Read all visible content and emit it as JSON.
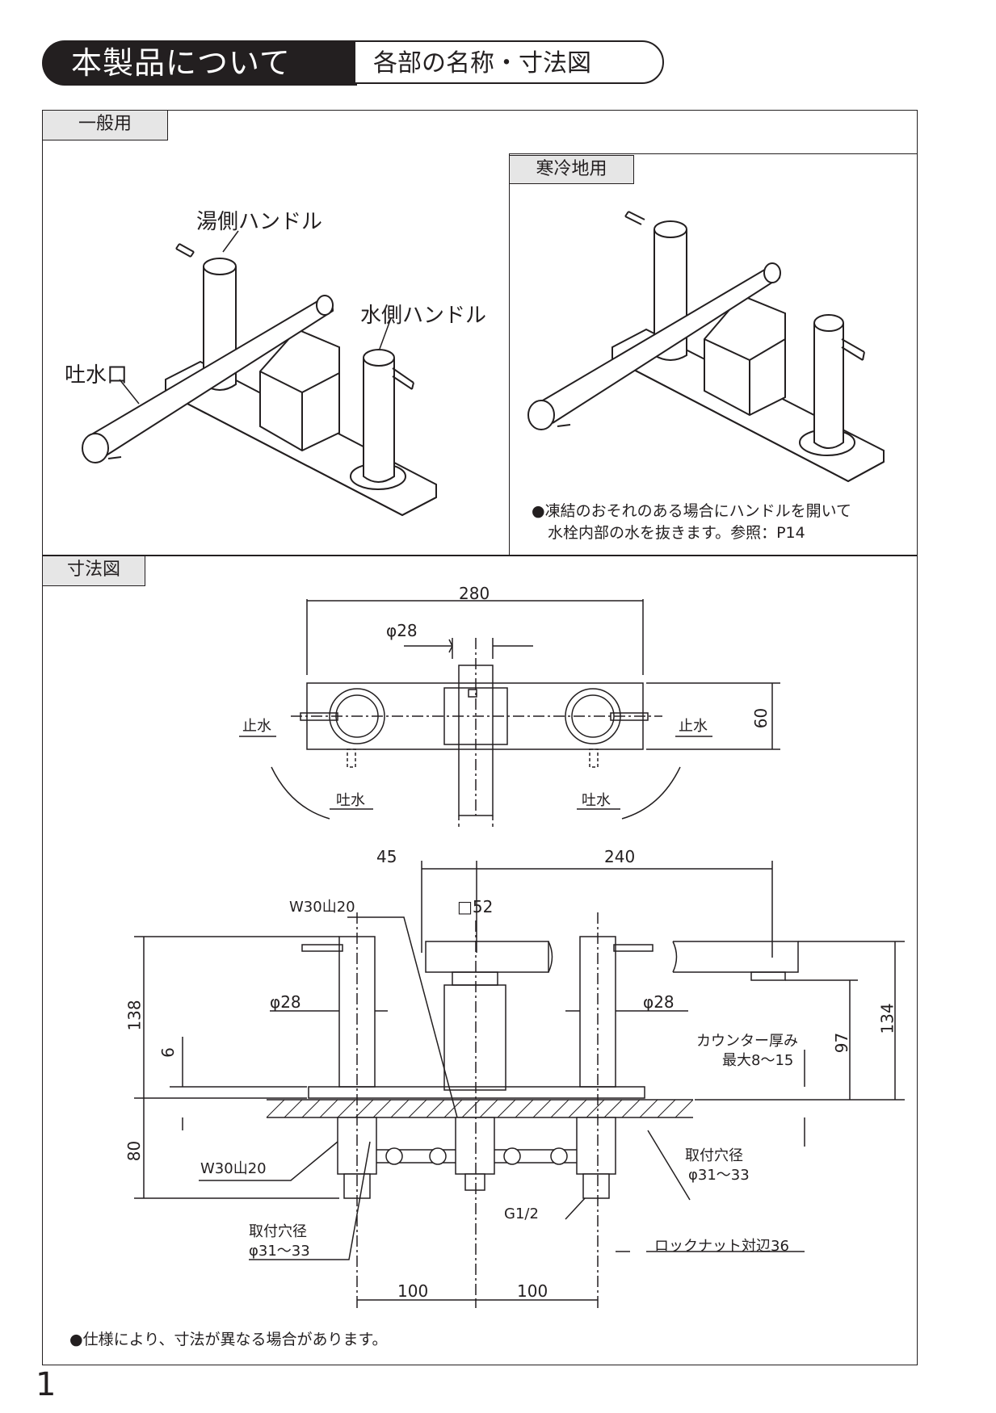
{
  "header": {
    "title": "本製品について",
    "subtitle": "各部の名称・寸法図"
  },
  "general": {
    "tag": "一般用",
    "labels": {
      "hot_handle": "湯側ハンドル",
      "cold_handle": "水側ハンドル",
      "spout": "吐水口"
    }
  },
  "cold_region": {
    "tag": "寒冷地用",
    "note_line1": "●凍結のおそれのある場合にハンドルを開いて",
    "note_line2": "水栓内部の水を抜きます。参照：P14"
  },
  "dimensions": {
    "tag": "寸法図",
    "top": {
      "width": "280",
      "diameter": "φ28",
      "depth": "60",
      "stop_left": "止水",
      "stop_right": "止水",
      "spout_left": "吐水",
      "spout_right": "吐水"
    },
    "front": {
      "offset": "45",
      "reach": "240",
      "square": "□52",
      "thread_top": "W30山20",
      "thread_bottom": "W30山20",
      "height_left": "138",
      "plate": "6",
      "below": "80",
      "dia_left": "φ28",
      "dia_right": "φ28",
      "counter_label": "カウンター厚み",
      "counter_value": "最大8～15",
      "spout_height": "97",
      "total_height": "134",
      "hole_right_label": "取付穴径",
      "hole_right_value": "φ31～33",
      "hole_left_label": "取付穴径",
      "hole_left_value": "φ31～33",
      "pipe": "G1/2",
      "locknut": "ロックナット対辺36",
      "pitch_left": "100",
      "pitch_right": "100"
    },
    "footnote": "●仕様により、寸法が異なる場合があります。"
  },
  "page_number": "1"
}
